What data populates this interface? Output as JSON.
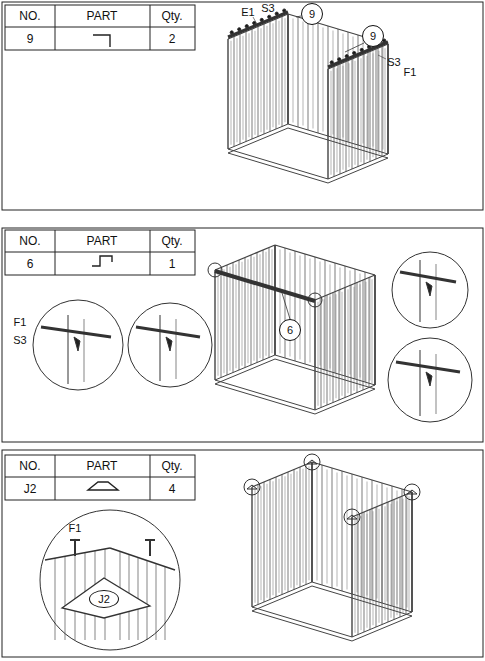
{
  "diagram": {
    "nodes": [
      {
        "text": [
          "9"
        ]
      },
      {
        "text": [
          "9"
        ]
      },
      {
        "text": [
          "6"
        ]
      },
      {
        "text": [
          "J2"
        ]
      }
    ],
    "labels": [
      "NO.",
      "PART",
      "Qty.",
      "9",
      "2",
      "E1",
      "S3",
      "S3",
      "F1",
      "NO.",
      "PART",
      "Qty.",
      "6",
      "1",
      "F1",
      "S3",
      "NO.",
      "PART",
      "Qty.",
      "J2",
      "4",
      "F1"
    ]
  }
}
